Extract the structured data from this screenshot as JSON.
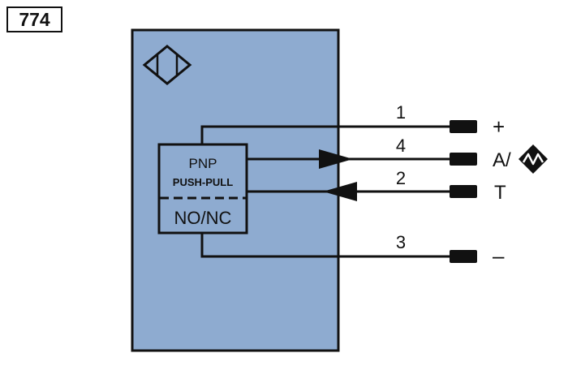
{
  "diagram_number": "774",
  "colors": {
    "housing": "#8EABD0",
    "line": "#111111",
    "background": "#FFFFFF"
  },
  "housing": {
    "symbol_icon": "diamond-sensor-symbol-icon"
  },
  "output_block": {
    "line1": "PNP",
    "line2": "PUSH-PULL",
    "line3": "NO/NC"
  },
  "wires": [
    {
      "number": "1",
      "terminal": "+"
    },
    {
      "number": "4",
      "terminal": "A/",
      "terminal_icon": "push-pull-output-icon"
    },
    {
      "number": "2",
      "terminal": "T"
    },
    {
      "number": "3",
      "terminal": "–"
    }
  ]
}
